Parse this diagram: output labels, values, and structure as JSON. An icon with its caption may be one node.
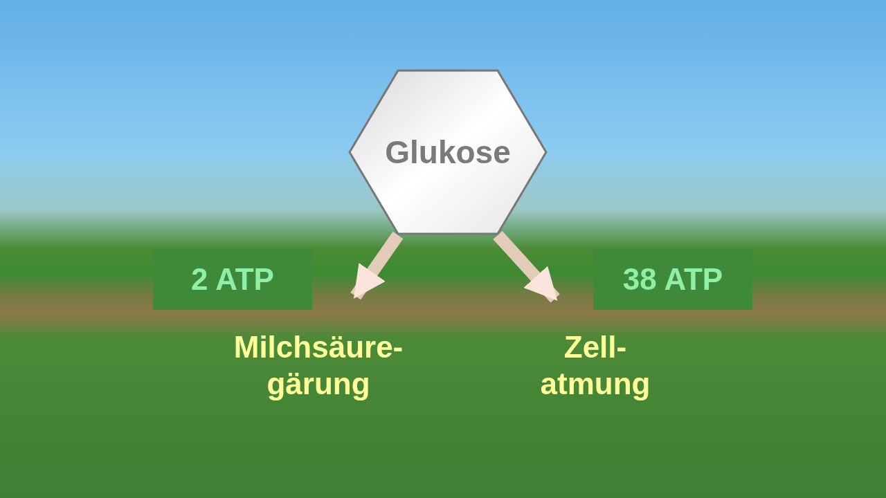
{
  "diagram": {
    "nodes": [
      {
        "text": [
          "Glukose"
        ]
      },
      {
        "text": [
          "Milchsäure- gärung"
        ]
      },
      {
        "text": [
          "Zell- atmung"
        ]
      },
      {
        "text": [
          "2 ATP"
        ]
      },
      {
        "text": [
          "38 ATP"
        ]
      }
    ],
    "edges": [
      {
        "from": 0,
        "to": 1,
        "arrow": "to"
      },
      {
        "from": 0,
        "to": 2,
        "arrow": "to"
      }
    ]
  }
}
